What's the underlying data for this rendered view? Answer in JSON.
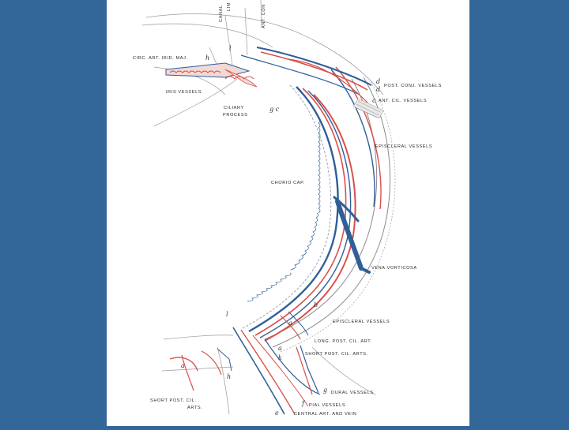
{
  "slide": {
    "background_color": "#336699",
    "panel_color": "#ffffff",
    "figure": {
      "vessel_colors": {
        "artery": "#d9504a",
        "vein": "#2f5f98"
      },
      "labels": {
        "canal": "CANAL",
        "lim": "LIM",
        "ant_con": "ANT. CON",
        "circ_art_irid_maj": "CIRC. ART. IRID. MAJ.",
        "iris_vessels": "IRIS VESSELS",
        "ciliary": "CILIARY",
        "process": "PROCESS",
        "post_conj_vessels": "POST. CONJ. VESSELS",
        "ant_cil_vessels": "ANT. CIL. VESSELS",
        "episcleral_vessels_top": "EPISCLERAL VESSELS",
        "chorio_cap": "CHORIO CAP.",
        "vena_vorticosa": "VENA VORTICOSA",
        "episcleral_vessels_bottom": "EPISCLERAL VESSELS",
        "long_post_cil_art": "LONG. POST. CIL. ART.",
        "short_post_cil_arts_right": "SHORT POST. CIL. ARTS.",
        "dural_vessels": "DURAL VESSELS",
        "pial_vessels": "PIAL VESSELS",
        "central_art_and_vein": "CENTRAL ART. AND VEIN",
        "short_post_cil": "SHORT POST. CIL.",
        "arts": "ARTS."
      },
      "letters": {
        "l_top": "l",
        "h": "h",
        "d1": "d",
        "d2": "d",
        "c": "c",
        "g_c": "g c",
        "b": "b",
        "l_bottom": "l",
        "a_mid": "a",
        "a_left": "a",
        "a_low": "a",
        "k": "k",
        "h_low": "h",
        "g": "g",
        "f": "f",
        "e": "e"
      }
    }
  }
}
